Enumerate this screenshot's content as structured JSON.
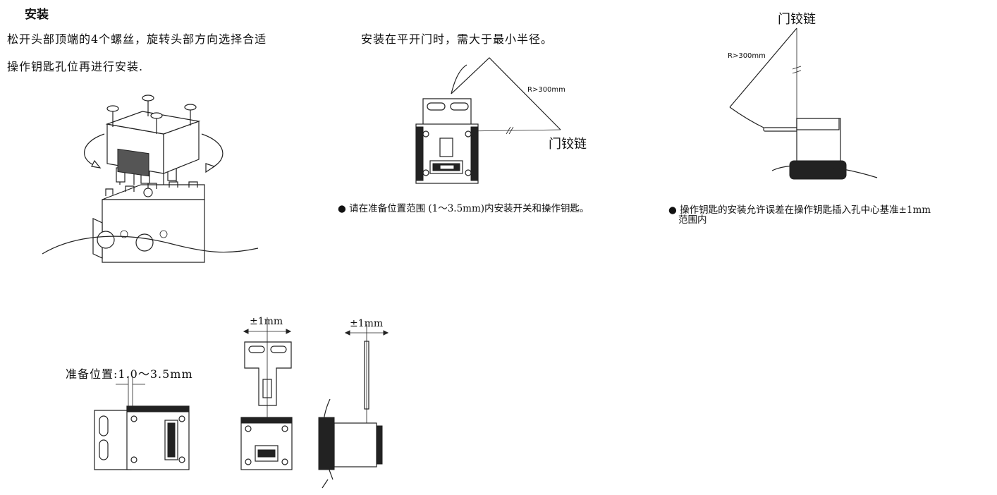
{
  "section": {
    "title": "安装",
    "para1_line1": "松开头部顶端的4个螺丝，旋转头部方向选择合适",
    "para1_line2": "操作钥匙孔位再进行安装.",
    "para2": "安装在平开门时，需大于最小半径。"
  },
  "fig_swing_front": {
    "radius_label": "R>300mm",
    "hinge_label": "门铰链",
    "note": "● 请在准备位置范围 (1～3.5mm)内安装开关和操作钥匙。"
  },
  "fig_swing_top": {
    "hinge_label": "门铰链",
    "radius_label": "R>300mm",
    "note_line1": "● 操作钥匙的安装允许误差在操作钥匙插入孔中心基准±1mm",
    "note_line2": "范围内"
  },
  "fig_bottom": {
    "ready_pos_label": "准备位置:1.0～3.5mm",
    "tolerance_front": "±1mm",
    "tolerance_side": "±1mm"
  }
}
